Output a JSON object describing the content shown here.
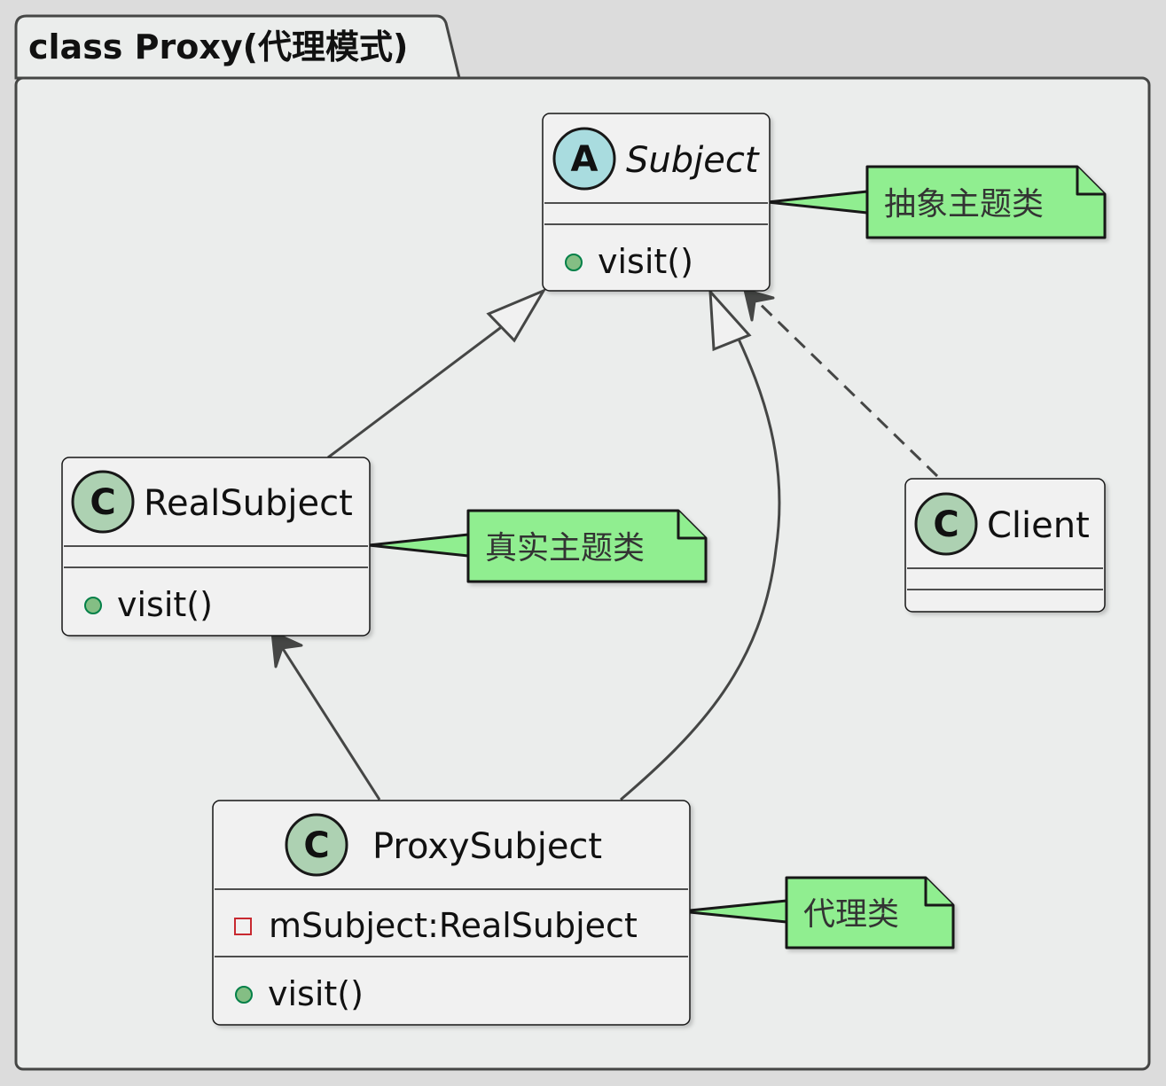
{
  "package": {
    "title": "class Proxy(代理模式)"
  },
  "classes": {
    "subject": {
      "stereotype": "A",
      "name": "Subject",
      "methods": [
        "visit()"
      ]
    },
    "real_subject": {
      "stereotype": "C",
      "name": "RealSubject",
      "methods": [
        "visit()"
      ]
    },
    "client": {
      "stereotype": "C",
      "name": "Client",
      "methods": []
    },
    "proxy_subject": {
      "stereotype": "C",
      "name": "ProxySubject",
      "fields": [
        "mSubject:RealSubject"
      ],
      "methods": [
        "visit()"
      ]
    }
  },
  "notes": {
    "subject_note": "抽象主题类",
    "real_subject_note": "真实主题类",
    "proxy_note": "代理类"
  },
  "colors": {
    "background": "#dcdcdc",
    "package_fill": "#ebedec",
    "class_fill": "#f1f1f1",
    "abstract_circle": "#a9dcdf",
    "class_circle": "#add1b2",
    "note_fill": "#90ee90",
    "public_marker": "#84be84",
    "private_marker": "#c82930",
    "line": "#454645"
  }
}
